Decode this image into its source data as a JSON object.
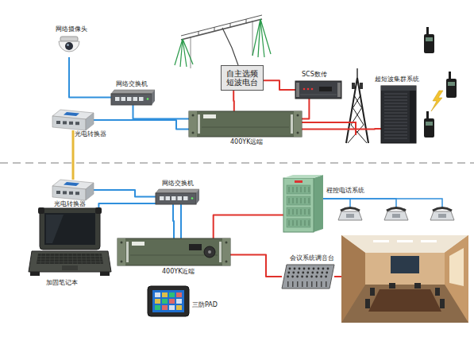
{
  "diagram": {
    "nodes": [
      {
        "text": [
          "网络摄像头"
        ]
      },
      {
        "text": [
          "网络交换机"
        ]
      },
      {
        "text": [
          "自主选频短波电台"
        ]
      },
      {
        "text": [
          "SCS数传"
        ]
      },
      {
        "text": [
          "超短波集群系统"
        ]
      },
      {
        "text": [
          "光电转换器"
        ]
      },
      {
        "text": [
          "400YK远端"
        ]
      },
      {
        "text": [
          "光电转换器"
        ]
      },
      {
        "text": [
          "网络交换机"
        ]
      },
      {
        "text": [
          "程控电话系统"
        ]
      },
      {
        "text": [
          "加固笔记本"
        ]
      },
      {
        "text": [
          "400YK近端"
        ]
      },
      {
        "text": [
          "会议系统调音台"
        ]
      },
      {
        "text": [
          "三防PAD"
        ]
      }
    ],
    "edges": [
      {
        "from": 0,
        "to": 1,
        "arrow": "none"
      },
      {
        "from": 1,
        "to": 6,
        "arrow": "none"
      },
      {
        "from": 5,
        "to": 6,
        "arrow": "none"
      },
      {
        "from": 2,
        "to": 6,
        "arrow": "none"
      },
      {
        "from": 2,
        "to": 3,
        "arrow": "none"
      },
      {
        "from": 3,
        "to": 6,
        "arrow": "none"
      },
      {
        "from": 6,
        "to": 4,
        "arrow": "none"
      },
      {
        "from": 5,
        "to": 7,
        "arrow": "none"
      },
      {
        "from": 7,
        "to": 8,
        "arrow": "none"
      },
      {
        "from": 8,
        "to": 10,
        "arrow": "none"
      },
      {
        "from": 8,
        "to": 11,
        "arrow": "none"
      },
      {
        "from": 11,
        "to": 9,
        "arrow": "none"
      },
      {
        "from": 11,
        "to": 12,
        "arrow": "none"
      }
    ]
  }
}
